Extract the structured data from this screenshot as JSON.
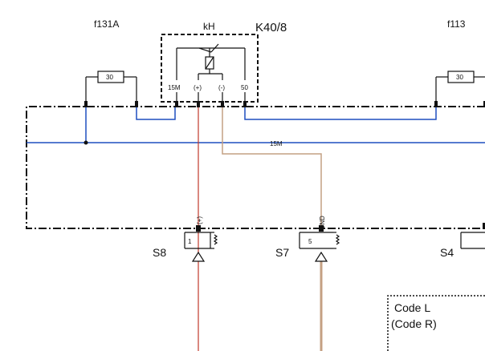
{
  "fuses": {
    "f131a": {
      "name": "f131A",
      "rating": "30"
    },
    "f113": {
      "name": "f113",
      "rating": "30"
    }
  },
  "relay": {
    "name": "K40/8",
    "function": "kH",
    "pins": {
      "p15m": "15M",
      "plus": "(+)",
      "minus": "(-)",
      "p50": "50"
    }
  },
  "bus": {
    "label": "15M"
  },
  "connectors": {
    "s8": {
      "name": "S8",
      "pin": "1",
      "signal": "(+)"
    },
    "s7": {
      "name": "S7",
      "pin": "5",
      "signal": "GND"
    },
    "s4": {
      "name": "S4"
    }
  },
  "legend": {
    "code_l": "Code L",
    "code_r": "(Code R)"
  },
  "colors": {
    "blue": "#1f4fbf",
    "red": "#c0392b",
    "tan": "#c4a083",
    "black": "#111111"
  }
}
